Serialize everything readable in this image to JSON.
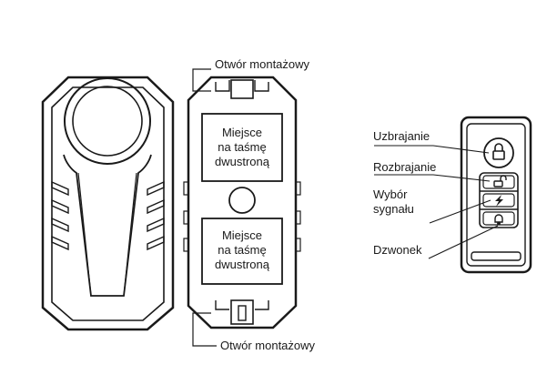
{
  "front_device": {
    "icon": "speaker-grille-icon"
  },
  "back_device": {
    "label_top": "Otwór montażowy",
    "label_bottom": "Otwór montażowy",
    "tape_area_top": [
      "Miejsce",
      "na taśmę",
      "dwustroną"
    ],
    "tape_area_bottom": [
      "Miejsce",
      "na taśmę",
      "dwustroną"
    ]
  },
  "remote": {
    "labels": {
      "arm": "Uzbrajanie",
      "disarm": "Rozbrajanie",
      "signal_line1": "Wybór",
      "signal_line2": "sygnału",
      "bell": "Dzwonek"
    },
    "icons": [
      "lock-closed-icon",
      "lock-open-icon",
      "lightning-icon",
      "bell-icon"
    ]
  }
}
